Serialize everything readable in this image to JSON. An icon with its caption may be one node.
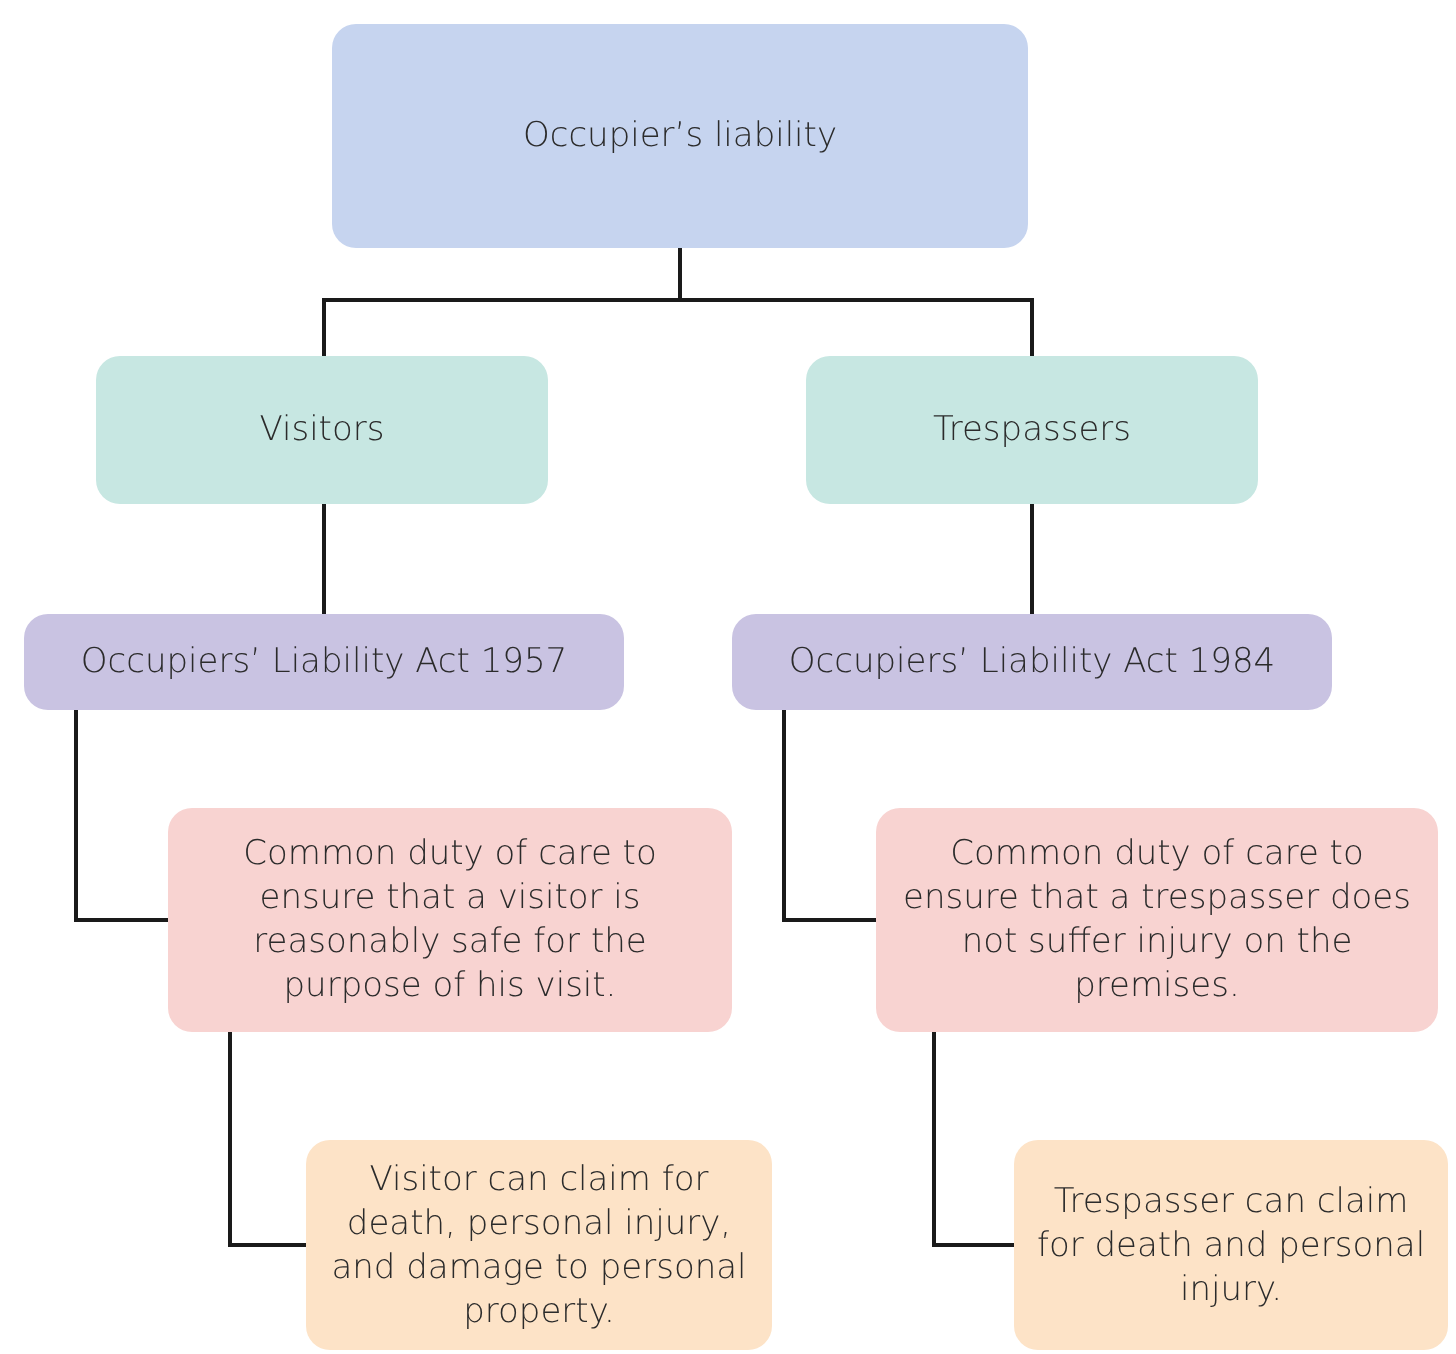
{
  "diagram": {
    "nodes": [
      {
        "text": [
          "Occupier’s liability"
        ]
      },
      {
        "text": [
          "Visitors"
        ]
      },
      {
        "text": [
          "Occupiers’ Liability Act 1957"
        ]
      },
      {
        "text": [
          "Common duty of care to ensure that a visitor is reasonably safe for the purpose of his visit."
        ]
      },
      {
        "text": [
          "Visitor can claim for death, personal injury, and damage to personal property."
        ]
      },
      {
        "text": [
          "Trespassers"
        ]
      },
      {
        "text": [
          "Occupiers’ Liability Act 1984"
        ]
      },
      {
        "text": [
          "Common duty of care to ensure that a trespasser does not suffer injury on the premises."
        ]
      },
      {
        "text": [
          "Trespasser can claim for death and personal injury."
        ]
      }
    ],
    "edges": [
      {
        "from": 0,
        "to": 1,
        "arrow": "none"
      },
      {
        "from": 1,
        "to": 2,
        "arrow": "none"
      },
      {
        "from": 2,
        "to": 3,
        "arrow": "none"
      },
      {
        "from": 3,
        "to": 4,
        "arrow": "none"
      },
      {
        "from": 0,
        "to": 5,
        "arrow": "none"
      },
      {
        "from": 5,
        "to": 6,
        "arrow": "none"
      },
      {
        "from": 6,
        "to": 7,
        "arrow": "none"
      },
      {
        "from": 7,
        "to": 8,
        "arrow": "none"
      }
    ]
  }
}
